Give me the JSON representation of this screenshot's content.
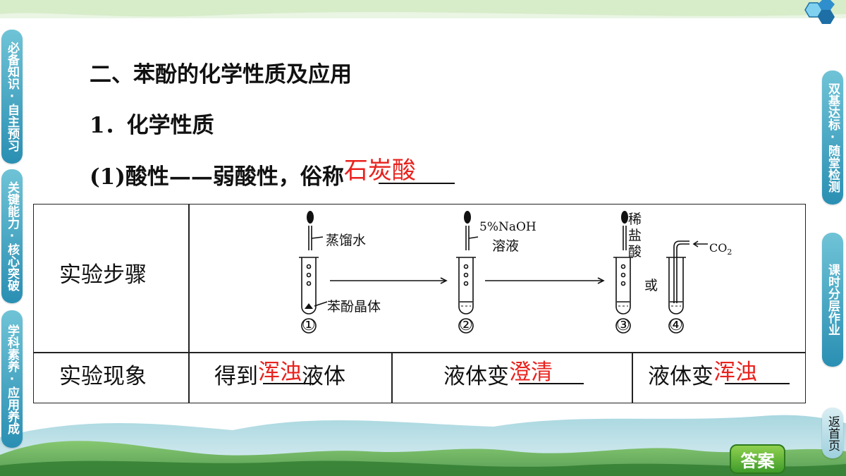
{
  "sidebar_left": [
    {
      "label": "必备知识·自主预习"
    },
    {
      "label": "关键能力·核心突破"
    },
    {
      "label": "学科素养·应用养成"
    }
  ],
  "sidebar_right": [
    {
      "label": "双基达标·随堂检测"
    },
    {
      "label": "课时分层作业"
    },
    {
      "label": "返首页"
    }
  ],
  "content": {
    "section_title": "二、苯酚的化学性质及应用",
    "subsection_title": "1．化学性质",
    "line3_prefix": "(1)酸性——弱酸性，俗称",
    "line3_answer": "石炭酸"
  },
  "table": {
    "row1_label": "实验步骤",
    "row2_label": "实验现象",
    "diagram_labels": {
      "water": "蒸馏水",
      "phenol_crystal": "苯酚晶体",
      "naoh_line1": "5%NaOH",
      "naoh_line2": "溶液",
      "acid_1": "稀",
      "acid_2": "盐",
      "acid_3": "酸",
      "or": "或",
      "co2": "CO",
      "co2_sub": "2",
      "step1": "①",
      "step2": "②",
      "step3": "③",
      "step4": "④"
    },
    "obs1_prefix": "得到",
    "obs1_answer": "浑浊",
    "obs1_suffix": "液体",
    "obs2_prefix": "液体变",
    "obs2_answer": "澄清",
    "obs3_prefix": "液体变",
    "obs3_answer": "浑浊"
  },
  "answer_button": "答案",
  "colors": {
    "answer": "#e8221e",
    "tab": "#2a8fb3",
    "button": "#4caf2e"
  }
}
